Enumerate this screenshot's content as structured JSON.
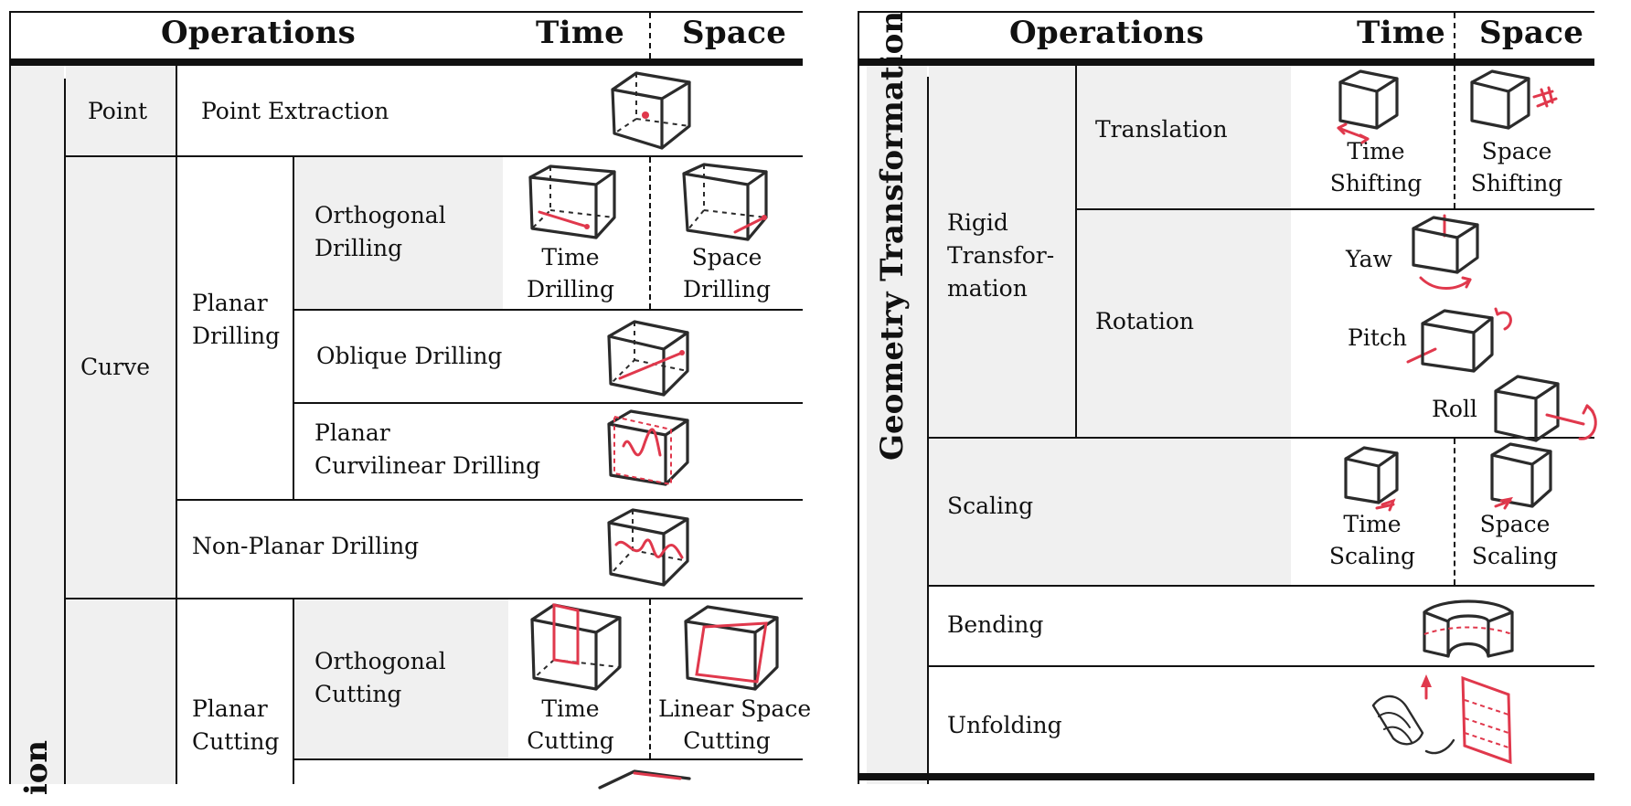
{
  "left_table": {
    "header": {
      "operations": "Operations",
      "time": "Time",
      "space": "Space"
    },
    "side_label": "ion",
    "rows": {
      "point": "Point",
      "point_extraction": "Point Extraction",
      "curve": "Curve",
      "planar_drilling": [
        "Planar",
        "Drilling"
      ],
      "orthogonal_drilling": [
        "Orthogonal",
        "Drilling"
      ],
      "time_drilling": [
        "Time",
        "Drilling"
      ],
      "space_drilling": [
        "Space",
        "Drilling"
      ],
      "oblique_drilling": "Oblique Drilling",
      "planar_curvilinear_drilling": [
        "Planar",
        "Curvilinear Drilling"
      ],
      "non_planar_drilling": "Non-Planar Drilling",
      "planar_cutting": [
        "Planar",
        "Cutting"
      ],
      "orthogonal_cutting": [
        "Orthogonal",
        "Cutting"
      ],
      "time_cutting": [
        "Time",
        "Cutting"
      ],
      "linear_space_cutting": [
        "Linear Space",
        "Cutting"
      ]
    }
  },
  "right_table": {
    "header": {
      "operations": "Operations",
      "time": "Time",
      "space": "Space"
    },
    "side_label": "Geometry Transformation",
    "rows": {
      "rigid_transformation": [
        "Rigid",
        "Transfor-",
        "mation"
      ],
      "translation": "Translation",
      "time_shifting": [
        "Time",
        "Shifting"
      ],
      "space_shifting": [
        "Space",
        "Shifting"
      ],
      "rotation": "Rotation",
      "yaw": "Yaw",
      "pitch": "Pitch",
      "roll": "Roll",
      "scaling": "Scaling",
      "time_scaling": [
        "Time",
        "Scaling"
      ],
      "space_scaling": [
        "Space",
        "Scaling"
      ],
      "bending": "Bending",
      "unfolding": "Unfolding"
    }
  },
  "colors": {
    "accent": "#e0384c",
    "line": "#111111",
    "shade": "#f0f0f0"
  },
  "icons": [
    "cube-sketch-icon",
    "red-drill-line-icon",
    "rotation-arrow-icon",
    "bending-icon",
    "unfolding-icon"
  ]
}
